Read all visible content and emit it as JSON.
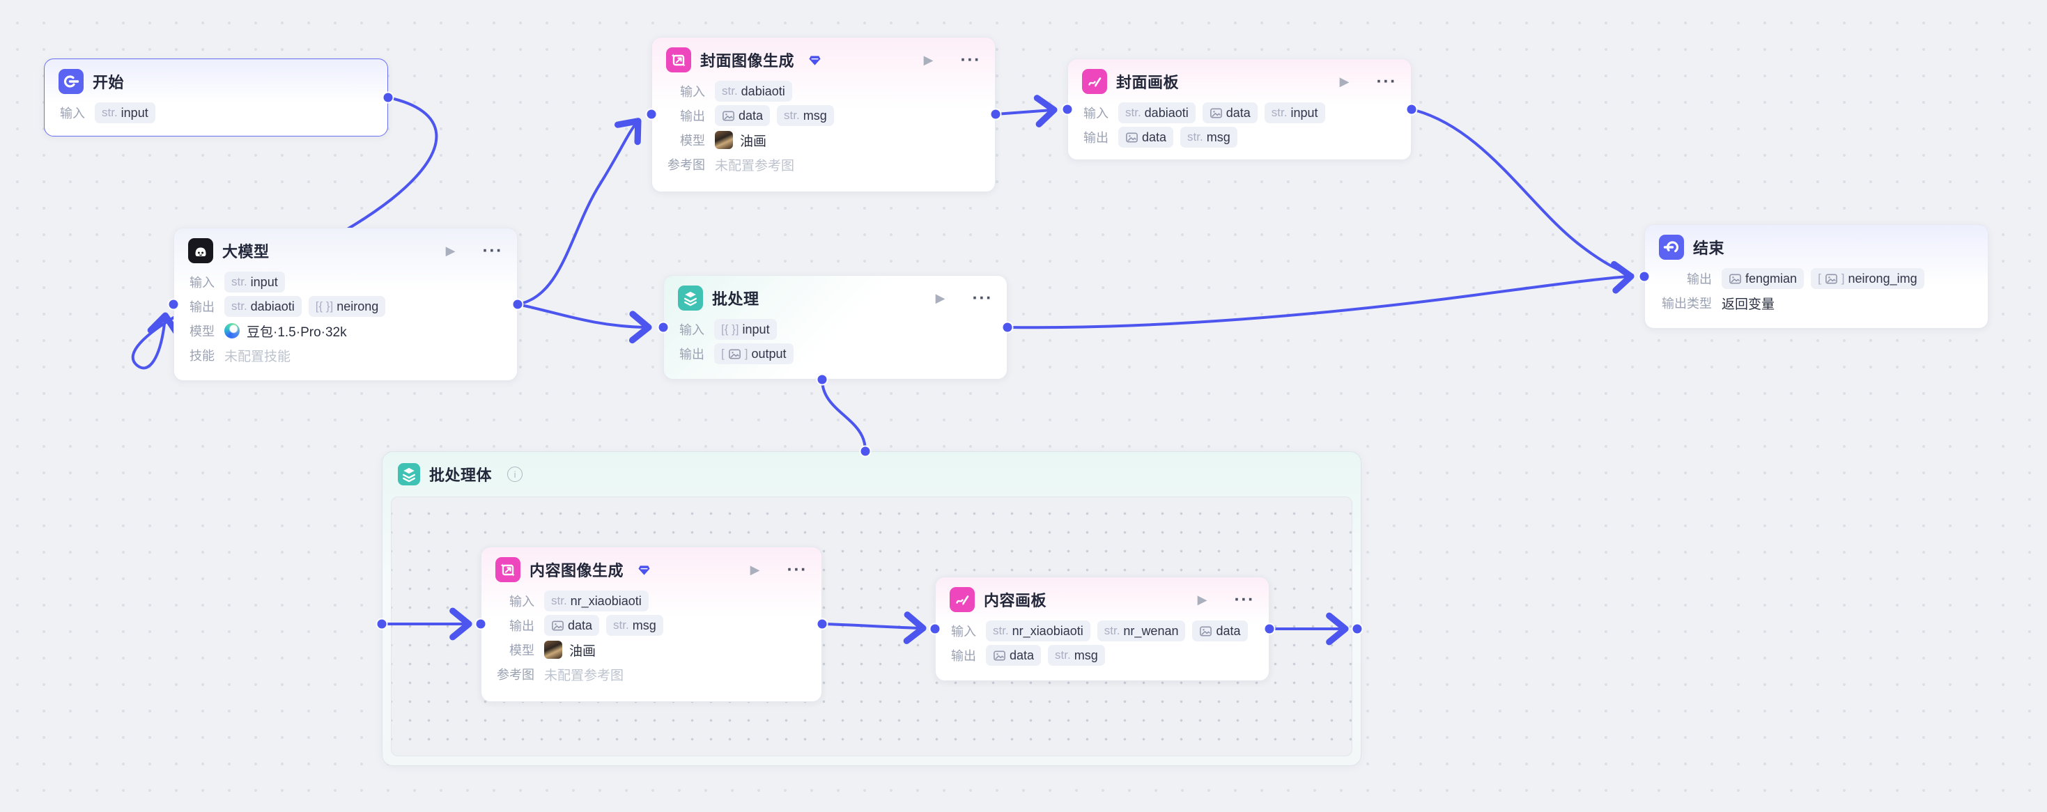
{
  "ui": {
    "play": "▶",
    "more": "···",
    "info": "i"
  },
  "colors": {
    "wire": "#4c56ee",
    "accent_indigo": "#5b63f3",
    "accent_pink": "#ee46bd",
    "accent_teal": "#3fc2b3",
    "llm_icon_bg": "#17171d",
    "canvas_bg": "#f0f1f5"
  },
  "nodes": {
    "start": {
      "title": "开始",
      "rows": [
        {
          "label": "输入",
          "tags": [
            {
              "t": "str",
              "v": "input"
            }
          ]
        }
      ]
    },
    "llm": {
      "title": "大模型",
      "rows": [
        {
          "label": "输入",
          "tags": [
            {
              "t": "str",
              "v": "input"
            }
          ]
        },
        {
          "label": "输出",
          "tags": [
            {
              "t": "str",
              "v": "dabiaoti"
            },
            {
              "t": "aobj",
              "v": "neirong"
            }
          ]
        },
        {
          "label": "模型",
          "icon": "doubao",
          "text": "豆包·1.5·Pro·32k"
        },
        {
          "label": "技能",
          "muted": "未配置技能"
        }
      ]
    },
    "cover_gen": {
      "title": "封面图像生成",
      "rows": [
        {
          "label": "输入",
          "tags": [
            {
              "t": "str",
              "v": "dabiaoti"
            }
          ]
        },
        {
          "label": "输出",
          "tags": [
            {
              "t": "img",
              "v": "data"
            },
            {
              "t": "str",
              "v": "msg"
            }
          ]
        },
        {
          "label": "模型",
          "icon": "painting",
          "text": "油画"
        },
        {
          "label": "参考图",
          "muted": "未配置参考图"
        }
      ]
    },
    "cover_board": {
      "title": "封面画板",
      "rows": [
        {
          "label": "输入",
          "tags": [
            {
              "t": "str",
              "v": "dabiaoti"
            },
            {
              "t": "img",
              "v": "data"
            },
            {
              "t": "str",
              "v": "input"
            }
          ]
        },
        {
          "label": "输出",
          "tags": [
            {
              "t": "img",
              "v": "data"
            },
            {
              "t": "str",
              "v": "msg"
            }
          ]
        }
      ]
    },
    "batch": {
      "title": "批处理",
      "rows": [
        {
          "label": "输入",
          "tags": [
            {
              "t": "aobj",
              "v": "input"
            }
          ]
        },
        {
          "label": "输出",
          "tags": [
            {
              "t": "aimg",
              "v": "output"
            }
          ]
        }
      ]
    },
    "end": {
      "title": "结束",
      "rows": [
        {
          "label": "输出",
          "tags": [
            {
              "t": "img",
              "v": "fengmian"
            },
            {
              "t": "aimg",
              "v": "neirong_img"
            }
          ]
        },
        {
          "label": "输出类型",
          "text": "返回变量"
        }
      ]
    },
    "batch_body": {
      "title": "批处理体"
    },
    "content_gen": {
      "title": "内容图像生成",
      "rows": [
        {
          "label": "输入",
          "tags": [
            {
              "t": "str",
              "v": "nr_xiaobiaoti"
            }
          ]
        },
        {
          "label": "输出",
          "tags": [
            {
              "t": "img",
              "v": "data"
            },
            {
              "t": "str",
              "v": "msg"
            }
          ]
        },
        {
          "label": "模型",
          "icon": "painting",
          "text": "油画"
        },
        {
          "label": "参考图",
          "muted": "未配置参考图"
        }
      ]
    },
    "content_board": {
      "title": "内容画板",
      "rows": [
        {
          "label": "输入",
          "tags": [
            {
              "t": "str",
              "v": "nr_xiaobiaoti"
            },
            {
              "t": "str",
              "v": "nr_wenan"
            },
            {
              "t": "img",
              "v": "data"
            }
          ]
        },
        {
          "label": "输出",
          "tags": [
            {
              "t": "img",
              "v": "data"
            },
            {
              "t": "str",
              "v": "msg"
            }
          ]
        }
      ]
    }
  }
}
